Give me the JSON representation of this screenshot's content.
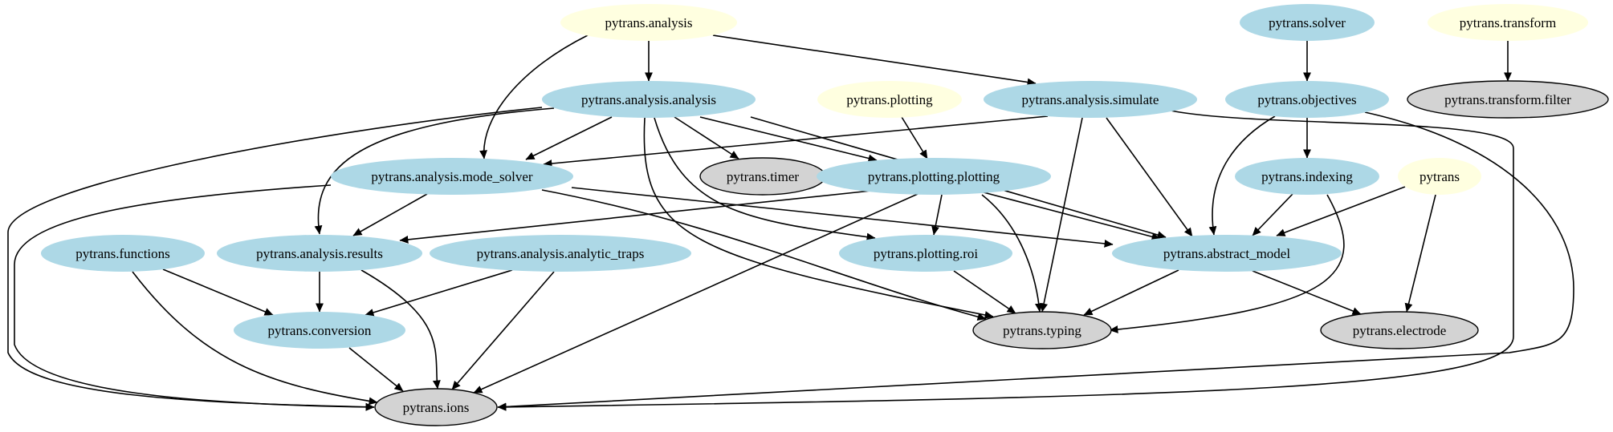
{
  "colors": {
    "package": "#ffffe0",
    "module": "#add8e6",
    "external": "#d3d3d3",
    "edge": "#000000",
    "border": "#000000"
  },
  "nodes": {
    "pytrans_analysis": {
      "label": "pytrans.analysis",
      "kind": "package"
    },
    "pytrans_solver": {
      "label": "pytrans.solver",
      "kind": "module"
    },
    "pytrans_transform": {
      "label": "pytrans.transform",
      "kind": "package"
    },
    "pytrans_analysis_analysis": {
      "label": "pytrans.analysis.analysis",
      "kind": "module"
    },
    "pytrans_plotting": {
      "label": "pytrans.plotting",
      "kind": "package"
    },
    "pytrans_analysis_simulate": {
      "label": "pytrans.analysis.simulate",
      "kind": "module"
    },
    "pytrans_objectives": {
      "label": "pytrans.objectives",
      "kind": "module"
    },
    "pytrans_transform_filter": {
      "label": "pytrans.transform.filter",
      "kind": "external"
    },
    "pytrans_analysis_mode_solver": {
      "label": "pytrans.analysis.mode_solver",
      "kind": "module"
    },
    "pytrans_timer": {
      "label": "pytrans.timer",
      "kind": "external"
    },
    "pytrans_plotting_plotting": {
      "label": "pytrans.plotting.plotting",
      "kind": "module"
    },
    "pytrans_indexing": {
      "label": "pytrans.indexing",
      "kind": "module"
    },
    "pytrans": {
      "label": "pytrans",
      "kind": "package"
    },
    "pytrans_functions": {
      "label": "pytrans.functions",
      "kind": "module"
    },
    "pytrans_analysis_results": {
      "label": "pytrans.analysis.results",
      "kind": "module"
    },
    "pytrans_analysis_analytic_traps": {
      "label": "pytrans.analysis.analytic_traps",
      "kind": "module"
    },
    "pytrans_plotting_roi": {
      "label": "pytrans.plotting.roi",
      "kind": "module"
    },
    "pytrans_abstract_model": {
      "label": "pytrans.abstract_model",
      "kind": "module"
    },
    "pytrans_conversion": {
      "label": "pytrans.conversion",
      "kind": "module"
    },
    "pytrans_typing": {
      "label": "pytrans.typing",
      "kind": "external"
    },
    "pytrans_electrode": {
      "label": "pytrans.electrode",
      "kind": "external"
    },
    "pytrans_ions": {
      "label": "pytrans.ions",
      "kind": "external"
    }
  },
  "edges": [
    {
      "from": "pytrans_analysis",
      "to": "pytrans_analysis_analysis"
    },
    {
      "from": "pytrans_analysis",
      "to": "pytrans_analysis_simulate"
    },
    {
      "from": "pytrans_analysis",
      "to": "pytrans_analysis_mode_solver"
    },
    {
      "from": "pytrans_solver",
      "to": "pytrans_objectives"
    },
    {
      "from": "pytrans_transform",
      "to": "pytrans_transform_filter"
    },
    {
      "from": "pytrans_analysis_analysis",
      "to": "pytrans_analysis_mode_solver"
    },
    {
      "from": "pytrans_analysis_analysis",
      "to": "pytrans_timer"
    },
    {
      "from": "pytrans_analysis_analysis",
      "to": "pytrans_plotting_plotting"
    },
    {
      "from": "pytrans_analysis_analysis",
      "to": "pytrans_abstract_model"
    },
    {
      "from": "pytrans_analysis_analysis",
      "to": "pytrans_analysis_results"
    },
    {
      "from": "pytrans_analysis_analysis",
      "to": "pytrans_plotting_roi"
    },
    {
      "from": "pytrans_analysis_analysis",
      "to": "pytrans_typing"
    },
    {
      "from": "pytrans_analysis_analysis",
      "to": "pytrans_ions"
    },
    {
      "from": "pytrans_plotting",
      "to": "pytrans_plotting_plotting"
    },
    {
      "from": "pytrans_analysis_simulate",
      "to": "pytrans_analysis_mode_solver"
    },
    {
      "from": "pytrans_analysis_simulate",
      "to": "pytrans_abstract_model"
    },
    {
      "from": "pytrans_analysis_simulate",
      "to": "pytrans_typing"
    },
    {
      "from": "pytrans_analysis_simulate",
      "to": "pytrans_ions"
    },
    {
      "from": "pytrans_objectives",
      "to": "pytrans_indexing"
    },
    {
      "from": "pytrans_objectives",
      "to": "pytrans_abstract_model"
    },
    {
      "from": "pytrans_objectives",
      "to": "pytrans_ions"
    },
    {
      "from": "pytrans_analysis_mode_solver",
      "to": "pytrans_analysis_results"
    },
    {
      "from": "pytrans_analysis_mode_solver",
      "to": "pytrans_abstract_model"
    },
    {
      "from": "pytrans_analysis_mode_solver",
      "to": "pytrans_typing"
    },
    {
      "from": "pytrans_analysis_mode_solver",
      "to": "pytrans_ions"
    },
    {
      "from": "pytrans_plotting_plotting",
      "to": "pytrans_analysis_results"
    },
    {
      "from": "pytrans_plotting_plotting",
      "to": "pytrans_plotting_roi"
    },
    {
      "from": "pytrans_plotting_plotting",
      "to": "pytrans_abstract_model"
    },
    {
      "from": "pytrans_plotting_plotting",
      "to": "pytrans_typing"
    },
    {
      "from": "pytrans_plotting_plotting",
      "to": "pytrans_ions"
    },
    {
      "from": "pytrans_indexing",
      "to": "pytrans_abstract_model"
    },
    {
      "from": "pytrans_indexing",
      "to": "pytrans_typing"
    },
    {
      "from": "pytrans",
      "to": "pytrans_abstract_model"
    },
    {
      "from": "pytrans",
      "to": "pytrans_electrode"
    },
    {
      "from": "pytrans_functions",
      "to": "pytrans_conversion"
    },
    {
      "from": "pytrans_functions",
      "to": "pytrans_ions"
    },
    {
      "from": "pytrans_analysis_results",
      "to": "pytrans_conversion"
    },
    {
      "from": "pytrans_analysis_results",
      "to": "pytrans_ions"
    },
    {
      "from": "pytrans_analysis_analytic_traps",
      "to": "pytrans_conversion"
    },
    {
      "from": "pytrans_analysis_analytic_traps",
      "to": "pytrans_ions"
    },
    {
      "from": "pytrans_plotting_roi",
      "to": "pytrans_typing"
    },
    {
      "from": "pytrans_abstract_model",
      "to": "pytrans_typing"
    },
    {
      "from": "pytrans_abstract_model",
      "to": "pytrans_electrode"
    },
    {
      "from": "pytrans_conversion",
      "to": "pytrans_ions"
    }
  ]
}
